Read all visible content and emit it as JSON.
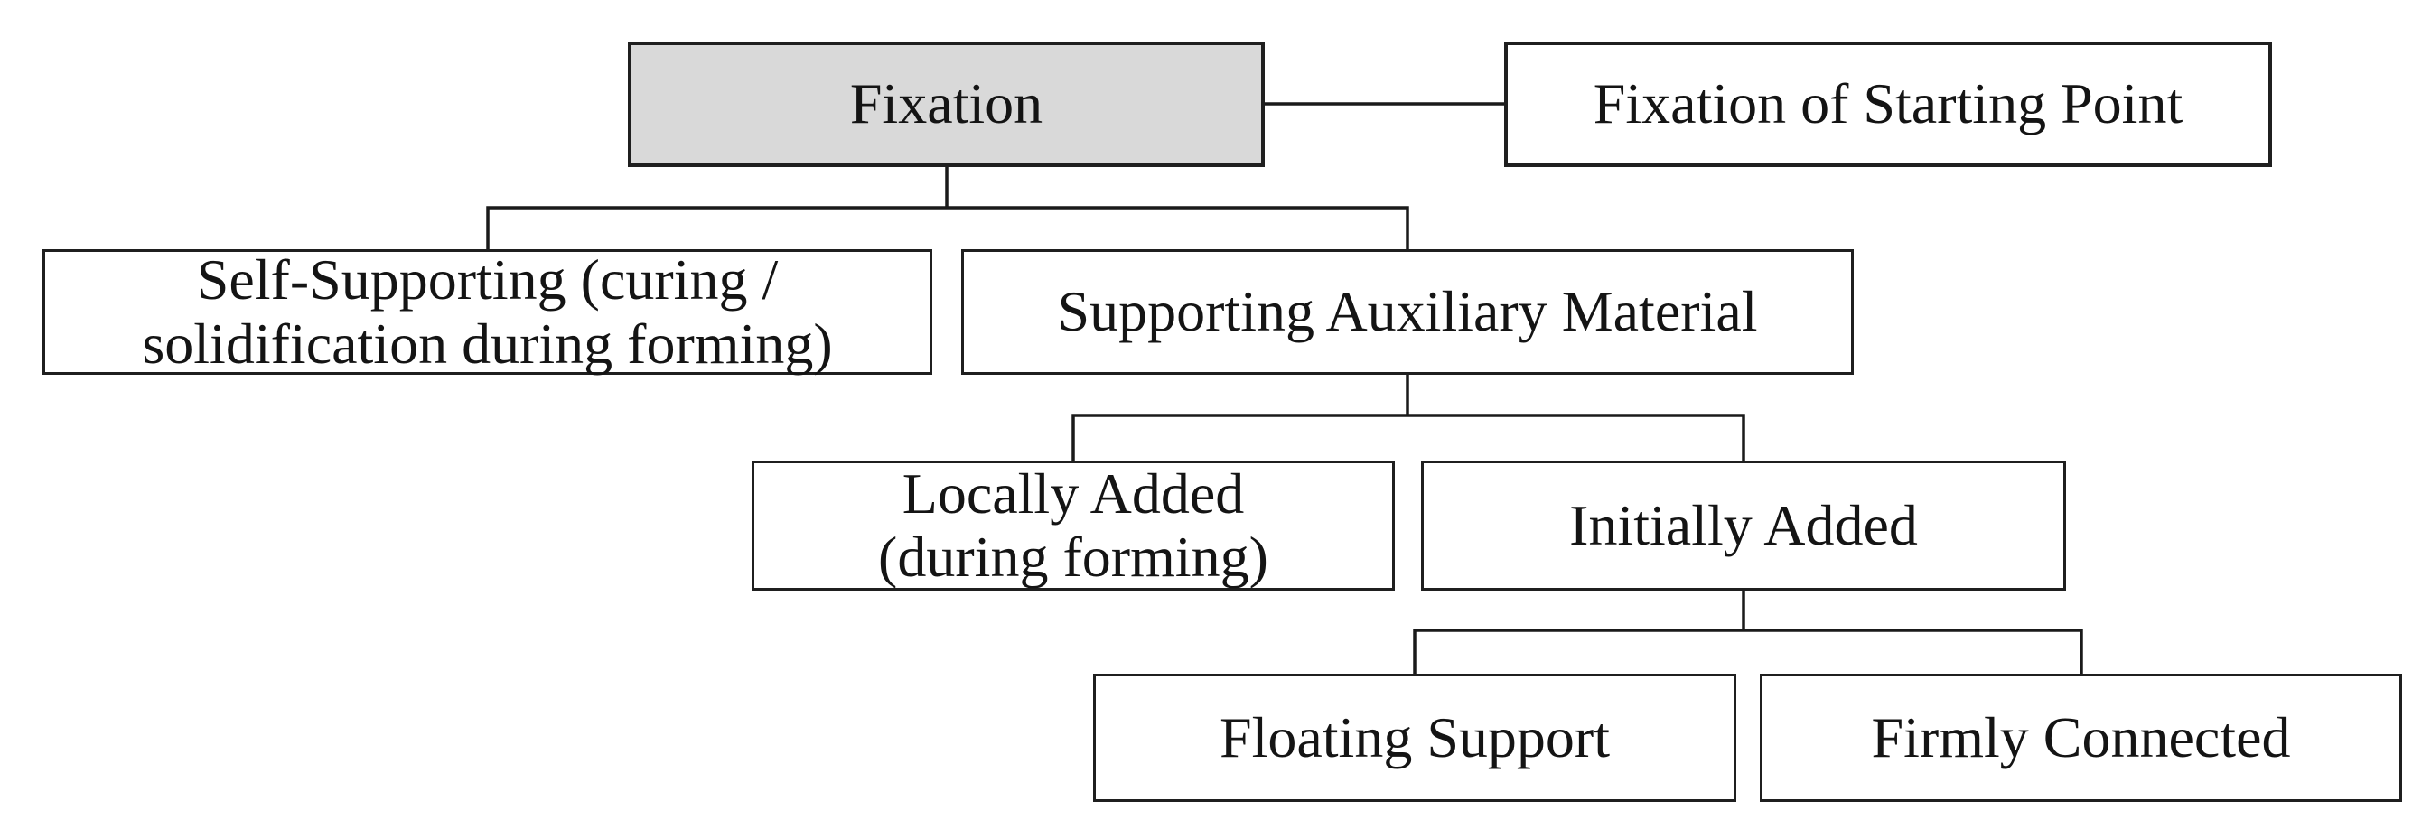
{
  "figure": {
    "type": "hierarchy-diagram",
    "background_color": "#ffffff",
    "line_color": "#1a1a1a",
    "border_color": "#1f1f1f",
    "text_color": "#141414",
    "nodes": {
      "fixation": {
        "label": "Fixation",
        "fill": "#d9d9d9"
      },
      "fixation_of_starting_point": {
        "label": "Fixation of Starting Point",
        "fill": "#ffffff"
      },
      "self_supporting": {
        "label": "Self-Supporting (curing /\nsolidification during forming)",
        "fill": "#ffffff"
      },
      "supporting_auxiliary_material": {
        "label": "Supporting Auxiliary Material",
        "fill": "#ffffff"
      },
      "locally_added": {
        "label": "Locally Added\n(during forming)",
        "fill": "#ffffff"
      },
      "initially_added": {
        "label": "Initially Added",
        "fill": "#ffffff"
      },
      "floating_support": {
        "label": "Floating Support",
        "fill": "#ffffff"
      },
      "firmly_connected": {
        "label": "Firmly Connected",
        "fill": "#ffffff"
      }
    },
    "edges": [
      {
        "from": "fixation",
        "to": "fixation_of_starting_point",
        "style": "horizontal"
      },
      {
        "from": "fixation",
        "to": "self_supporting",
        "style": "elbow"
      },
      {
        "from": "fixation",
        "to": "supporting_auxiliary_material",
        "style": "elbow"
      },
      {
        "from": "supporting_auxiliary_material",
        "to": "locally_added",
        "style": "elbow"
      },
      {
        "from": "supporting_auxiliary_material",
        "to": "initially_added",
        "style": "elbow"
      },
      {
        "from": "initially_added",
        "to": "floating_support",
        "style": "elbow"
      },
      {
        "from": "initially_added",
        "to": "firmly_connected",
        "style": "elbow"
      }
    ]
  }
}
